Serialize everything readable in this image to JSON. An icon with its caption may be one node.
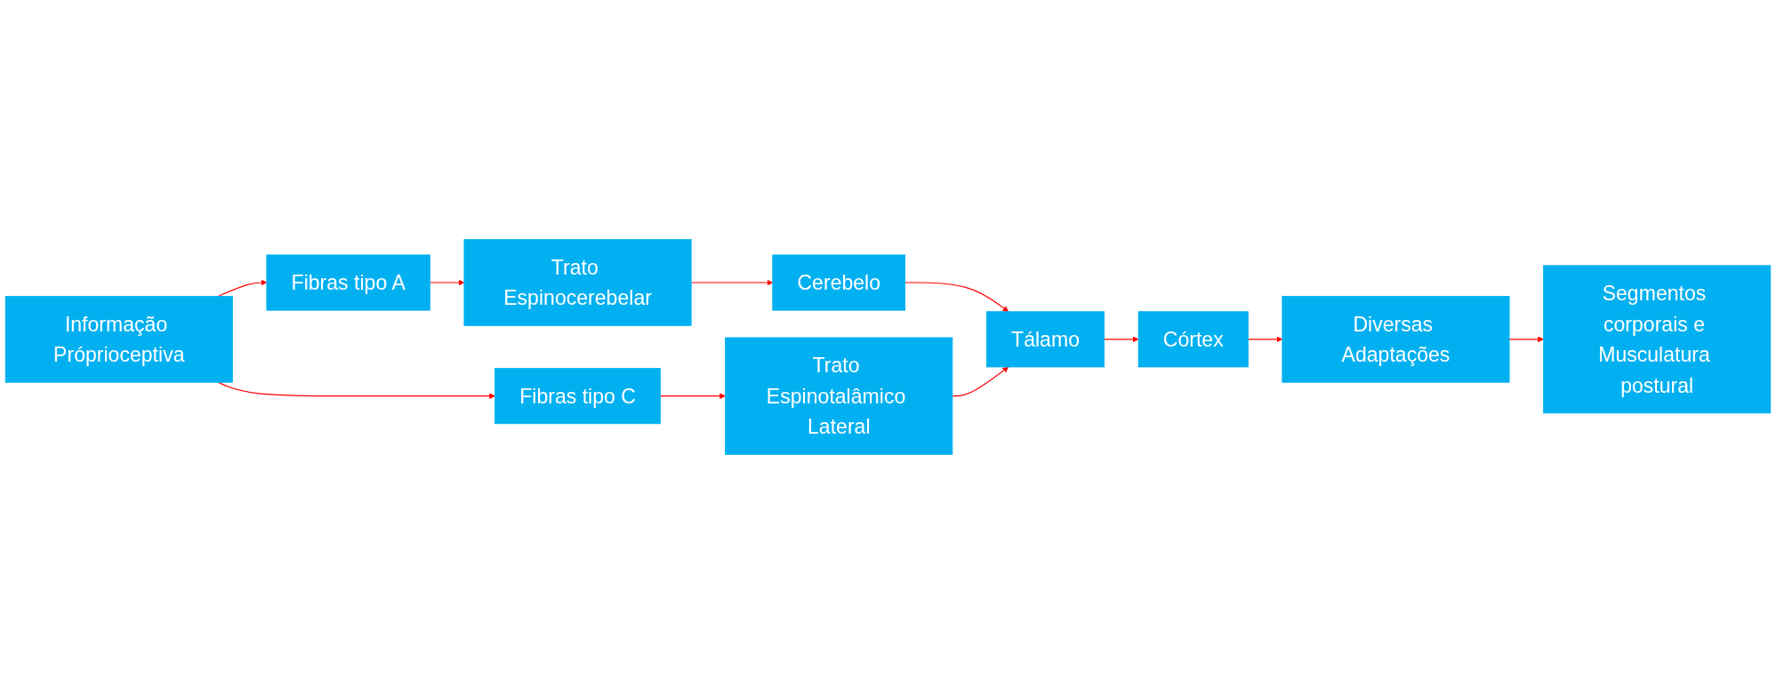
{
  "diagram": {
    "nodes": [
      {
        "text": [
          "Informação Próprioceptiva"
        ]
      },
      {
        "text": [
          "Fibras tipo A"
        ]
      },
      {
        "text": [
          "Trato Espinocerebelar"
        ]
      },
      {
        "text": [
          "Cerebelo"
        ]
      },
      {
        "text": [
          "Fibras tipo C"
        ]
      },
      {
        "text": [
          "Trato Espinotalâmico Lateral"
        ]
      },
      {
        "text": [
          "Tálamo"
        ]
      },
      {
        "text": [
          "Segmentos corporais e Musculatura postural"
        ]
      },
      {
        "text": [
          "Diversas Adaptações"
        ]
      },
      {
        "text": [
          "Córtex"
        ]
      }
    ],
    "edges": [
      {
        "from": 0,
        "to": 1,
        "arrow": "to"
      },
      {
        "from": 1,
        "to": 2,
        "arrow": "to"
      },
      {
        "from": 2,
        "to": 3,
        "arrow": "to"
      },
      {
        "from": 3,
        "to": 6,
        "arrow": "to"
      },
      {
        "from": 0,
        "to": 4,
        "arrow": "to"
      },
      {
        "from": 4,
        "to": 5,
        "arrow": "to"
      },
      {
        "from": 5,
        "to": 6,
        "arrow": "to"
      },
      {
        "from": 6,
        "to": 9,
        "arrow": "to"
      },
      {
        "from": 9,
        "to": 8,
        "arrow": "to"
      },
      {
        "from": 8,
        "to": 7,
        "arrow": "to"
      }
    ]
  }
}
